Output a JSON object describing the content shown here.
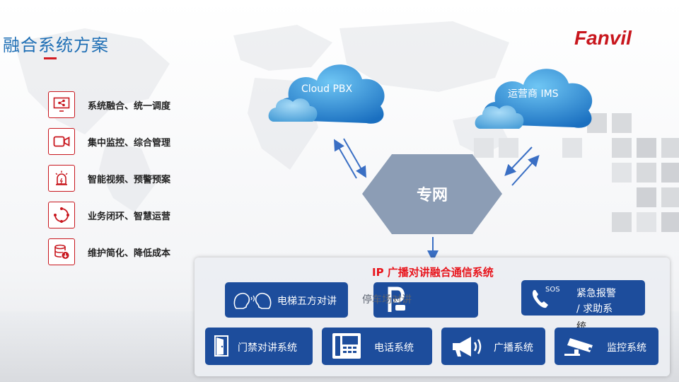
{
  "slide": {
    "title": "融合系统方案",
    "logo": "Fanvil"
  },
  "features": [
    {
      "label": "系统融合、统一调度",
      "icon": "share-network-icon"
    },
    {
      "label": "集中监控、综合管理",
      "icon": "video-camera-icon"
    },
    {
      "label": "智能视频、预警预案",
      "icon": "alarm-siren-icon"
    },
    {
      "label": "业务闭环、智慧运营",
      "icon": "cycle-loop-icon"
    },
    {
      "label": "维护简化、降低成本",
      "icon": "database-download-icon"
    }
  ],
  "network": {
    "cloud_left": "Cloud PBX",
    "cloud_right": "运营商  IMS",
    "core": "专网"
  },
  "panel": {
    "title": "IP 广播对讲融合通信系统"
  },
  "systems": {
    "elevator": {
      "label": "电梯五方对讲",
      "icon": "people-talking-icon"
    },
    "parking": {
      "label": "停车场对讲",
      "icon": "parking-icon"
    },
    "sos": {
      "label": "紧急报警/求助系统",
      "label_line1": "紧急报警",
      "label_line2": "/ 求助系",
      "label_line3": "统",
      "badge": "SOS",
      "icon": "sos-phone-icon"
    },
    "door": {
      "label": "门禁对讲系统",
      "icon": "door-icon"
    },
    "phone": {
      "label": "电话系统",
      "icon": "desk-phone-icon"
    },
    "broadcast": {
      "label": "广播系统",
      "icon": "megaphone-icon"
    },
    "monitor": {
      "label": "监控系统",
      "icon": "cctv-camera-icon"
    }
  },
  "colors": {
    "title_blue": "#1f6fb5",
    "accent_red": "#c8161d",
    "system_blue": "#1d4d9c",
    "hexagon_gray": "#8a9bb3",
    "arrow_blue": "#3a6fc4"
  }
}
